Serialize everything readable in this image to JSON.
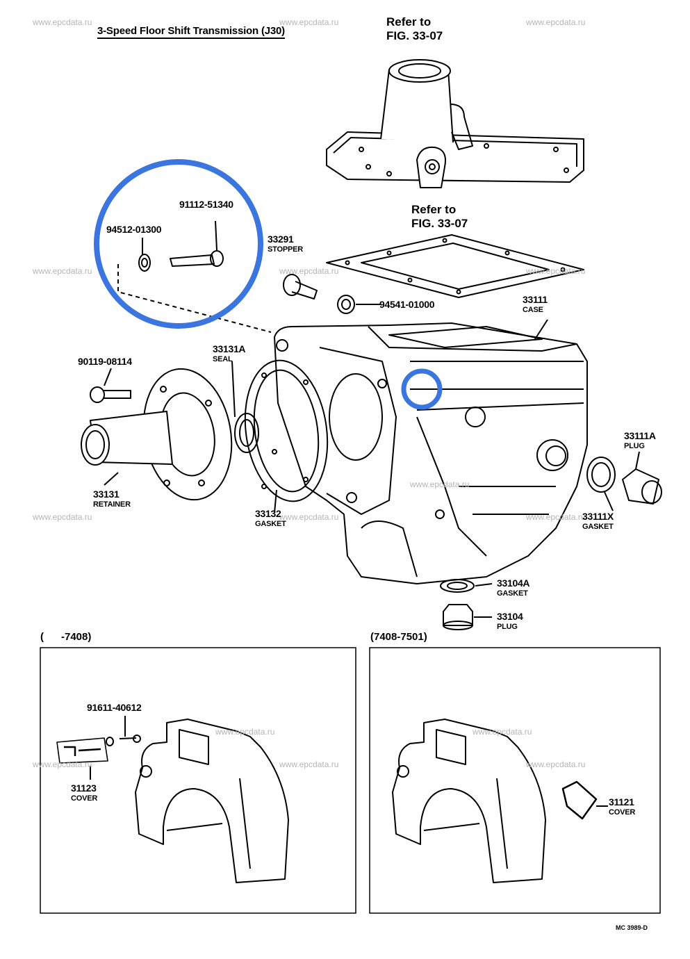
{
  "title": "3-Speed Floor Shift Transmission (J30)",
  "watermark": "www.epcdata.ru",
  "refs": [
    {
      "line1": "Refer to",
      "line2": "FIG. 33-07"
    },
    {
      "line1": "Refer to",
      "line2": "FIG. 33-07"
    }
  ],
  "parts": {
    "p91112": {
      "number": "91112-51340"
    },
    "p94512": {
      "number": "94512-01300"
    },
    "p33291": {
      "number": "33291",
      "name": "STOPPER"
    },
    "p94541": {
      "number": "94541-01000"
    },
    "p33111": {
      "number": "33111",
      "name": "CASE"
    },
    "p33131A": {
      "number": "33131A",
      "name": "SEAL"
    },
    "p90119": {
      "number": "90119-08114"
    },
    "p33111A": {
      "number": "33111A",
      "name": "PLUG"
    },
    "p33131": {
      "number": "33131",
      "name": "RETAINER"
    },
    "p33132": {
      "number": "33132",
      "name": "GASKET"
    },
    "p33111X": {
      "number": "33111X",
      "name": "GASKET"
    },
    "p33104A": {
      "number": "33104A",
      "name": "GASKET"
    },
    "p33104": {
      "number": "33104",
      "name": "PLUG"
    },
    "p91611": {
      "number": "91611-40612"
    },
    "p31123": {
      "number": "31123",
      "name": "COVER"
    },
    "p31121": {
      "number": "31121",
      "name": "COVER"
    }
  },
  "sections": {
    "left": "(      -7408)",
    "right": "(7408-7501)"
  },
  "figure_code": "MC 3989-D",
  "highlight_color": "#3b76e0"
}
